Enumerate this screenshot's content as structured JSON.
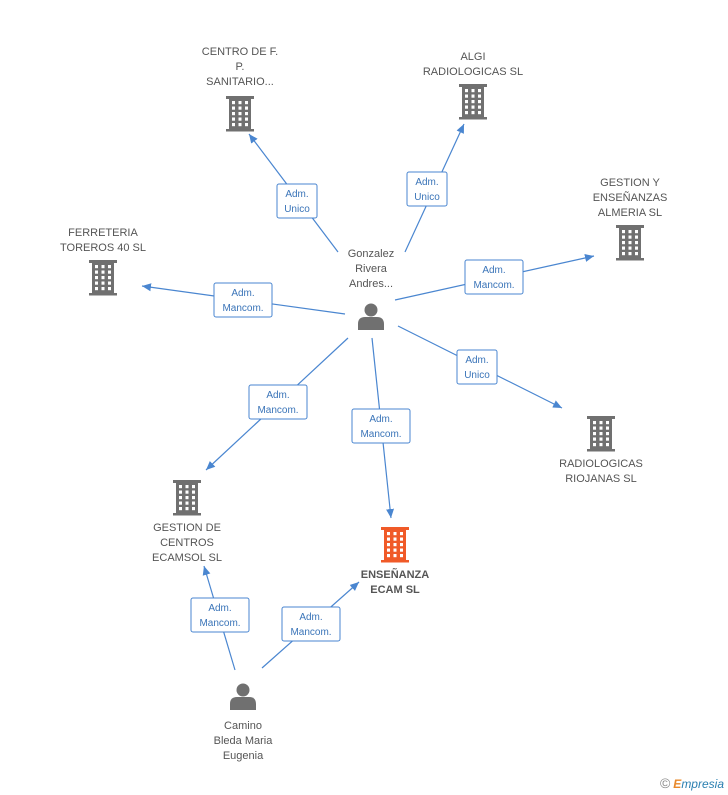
{
  "nodes": [
    {
      "id": "centro",
      "type": "company",
      "label": [
        "CENTRO DE F.",
        "P.",
        "SANITARIO..."
      ]
    },
    {
      "id": "algi",
      "type": "company",
      "label": [
        "ALGI",
        "RADIOLOGICAS SL"
      ]
    },
    {
      "id": "gestion_almeria",
      "type": "company",
      "label": [
        "GESTION Y",
        "ENSEÑANZAS",
        "ALMERIA SL"
      ]
    },
    {
      "id": "ferreteria",
      "type": "company",
      "label": [
        "FERRETERIA",
        "TOREROS 40  SL"
      ]
    },
    {
      "id": "gonzalez",
      "type": "person",
      "label": [
        "Gonzalez",
        "Rivera",
        "Andres..."
      ]
    },
    {
      "id": "radiologicas_riojanas",
      "type": "company",
      "label": [
        "RADIOLOGICAS",
        "RIOJANAS SL"
      ]
    },
    {
      "id": "gestion_ecamsol",
      "type": "company",
      "label": [
        "GESTION DE",
        "CENTROS",
        "ECAMSOL SL"
      ]
    },
    {
      "id": "ensenanza",
      "type": "company",
      "main": true,
      "label": [
        "ENSEÑANZA",
        "ECAM SL"
      ]
    },
    {
      "id": "camino",
      "type": "person",
      "label": [
        "Camino",
        "Bleda Maria",
        "Eugenia"
      ]
    }
  ],
  "edges": [
    {
      "from": "gonzalez",
      "to": "centro",
      "label": [
        "Adm.",
        "Unico"
      ]
    },
    {
      "from": "gonzalez",
      "to": "algi",
      "label": [
        "Adm.",
        "Unico"
      ]
    },
    {
      "from": "gonzalez",
      "to": "gestion_almeria",
      "label": [
        "Adm.",
        "Mancom."
      ]
    },
    {
      "from": "gonzalez",
      "to": "ferreteria",
      "label": [
        "Adm.",
        "Mancom."
      ]
    },
    {
      "from": "gonzalez",
      "to": "radiologicas_riojanas",
      "label": [
        "Adm.",
        "Unico"
      ]
    },
    {
      "from": "gonzalez",
      "to": "gestion_ecamsol",
      "label": [
        "Adm.",
        "Mancom."
      ]
    },
    {
      "from": "gonzalez",
      "to": "ensenanza",
      "label": [
        "Adm.",
        "Mancom."
      ]
    },
    {
      "from": "camino",
      "to": "gestion_ecamsol",
      "label": [
        "Adm.",
        "Mancom."
      ]
    },
    {
      "from": "camino",
      "to": "ensenanza",
      "label": [
        "Adm.",
        "Mancom."
      ]
    }
  ],
  "colors": {
    "edge": "#4a86d0",
    "edge_label_border": "#4a86d0",
    "edge_label_text": "#3a74b8",
    "building": "#707070",
    "building_main": "#f05a28",
    "person": "#707070",
    "label_text": "#555555"
  },
  "footer": {
    "copyright": "©",
    "brand_first": "E",
    "brand_rest": "mpresia"
  }
}
